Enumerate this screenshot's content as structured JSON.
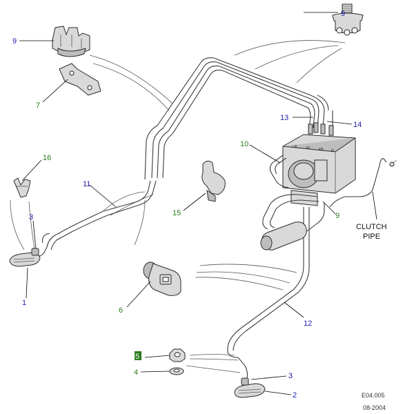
{
  "callouts": [
    {
      "id": "1",
      "color": "#1a1aa6"
    },
    {
      "id": "2",
      "color": "#1a1aa6"
    },
    {
      "id": "3",
      "color": "#1a1aa6"
    },
    {
      "id": "4",
      "color": "#2d7a1f"
    },
    {
      "id": "5",
      "color": "#2d7a1f"
    },
    {
      "id": "6",
      "color": "#2d7a1f"
    },
    {
      "id": "7",
      "color": "#2d7a1f"
    },
    {
      "id": "8",
      "color": "#1a1aa6"
    },
    {
      "id": "9",
      "color": "#2d7a1f"
    },
    {
      "id": "10",
      "color": "#2d7a1f"
    },
    {
      "id": "11",
      "color": "#1a1aa6"
    },
    {
      "id": "12",
      "color": "#1a1aa6"
    },
    {
      "id": "13",
      "color": "#1a1aa6"
    },
    {
      "id": "14",
      "color": "#1a1aa6"
    },
    {
      "id": "15",
      "color": "#2d7a1f"
    },
    {
      "id": "16",
      "color": "#2d7a1f"
    }
  ],
  "labels": {
    "clutch_line1": "CLUTCH",
    "clutch_line2": "PIPE",
    "modulator_ports": [
      "LR",
      "RL",
      "FR",
      "FL"
    ],
    "ref_code": "E04.005",
    "ref_date": "08-2004"
  }
}
